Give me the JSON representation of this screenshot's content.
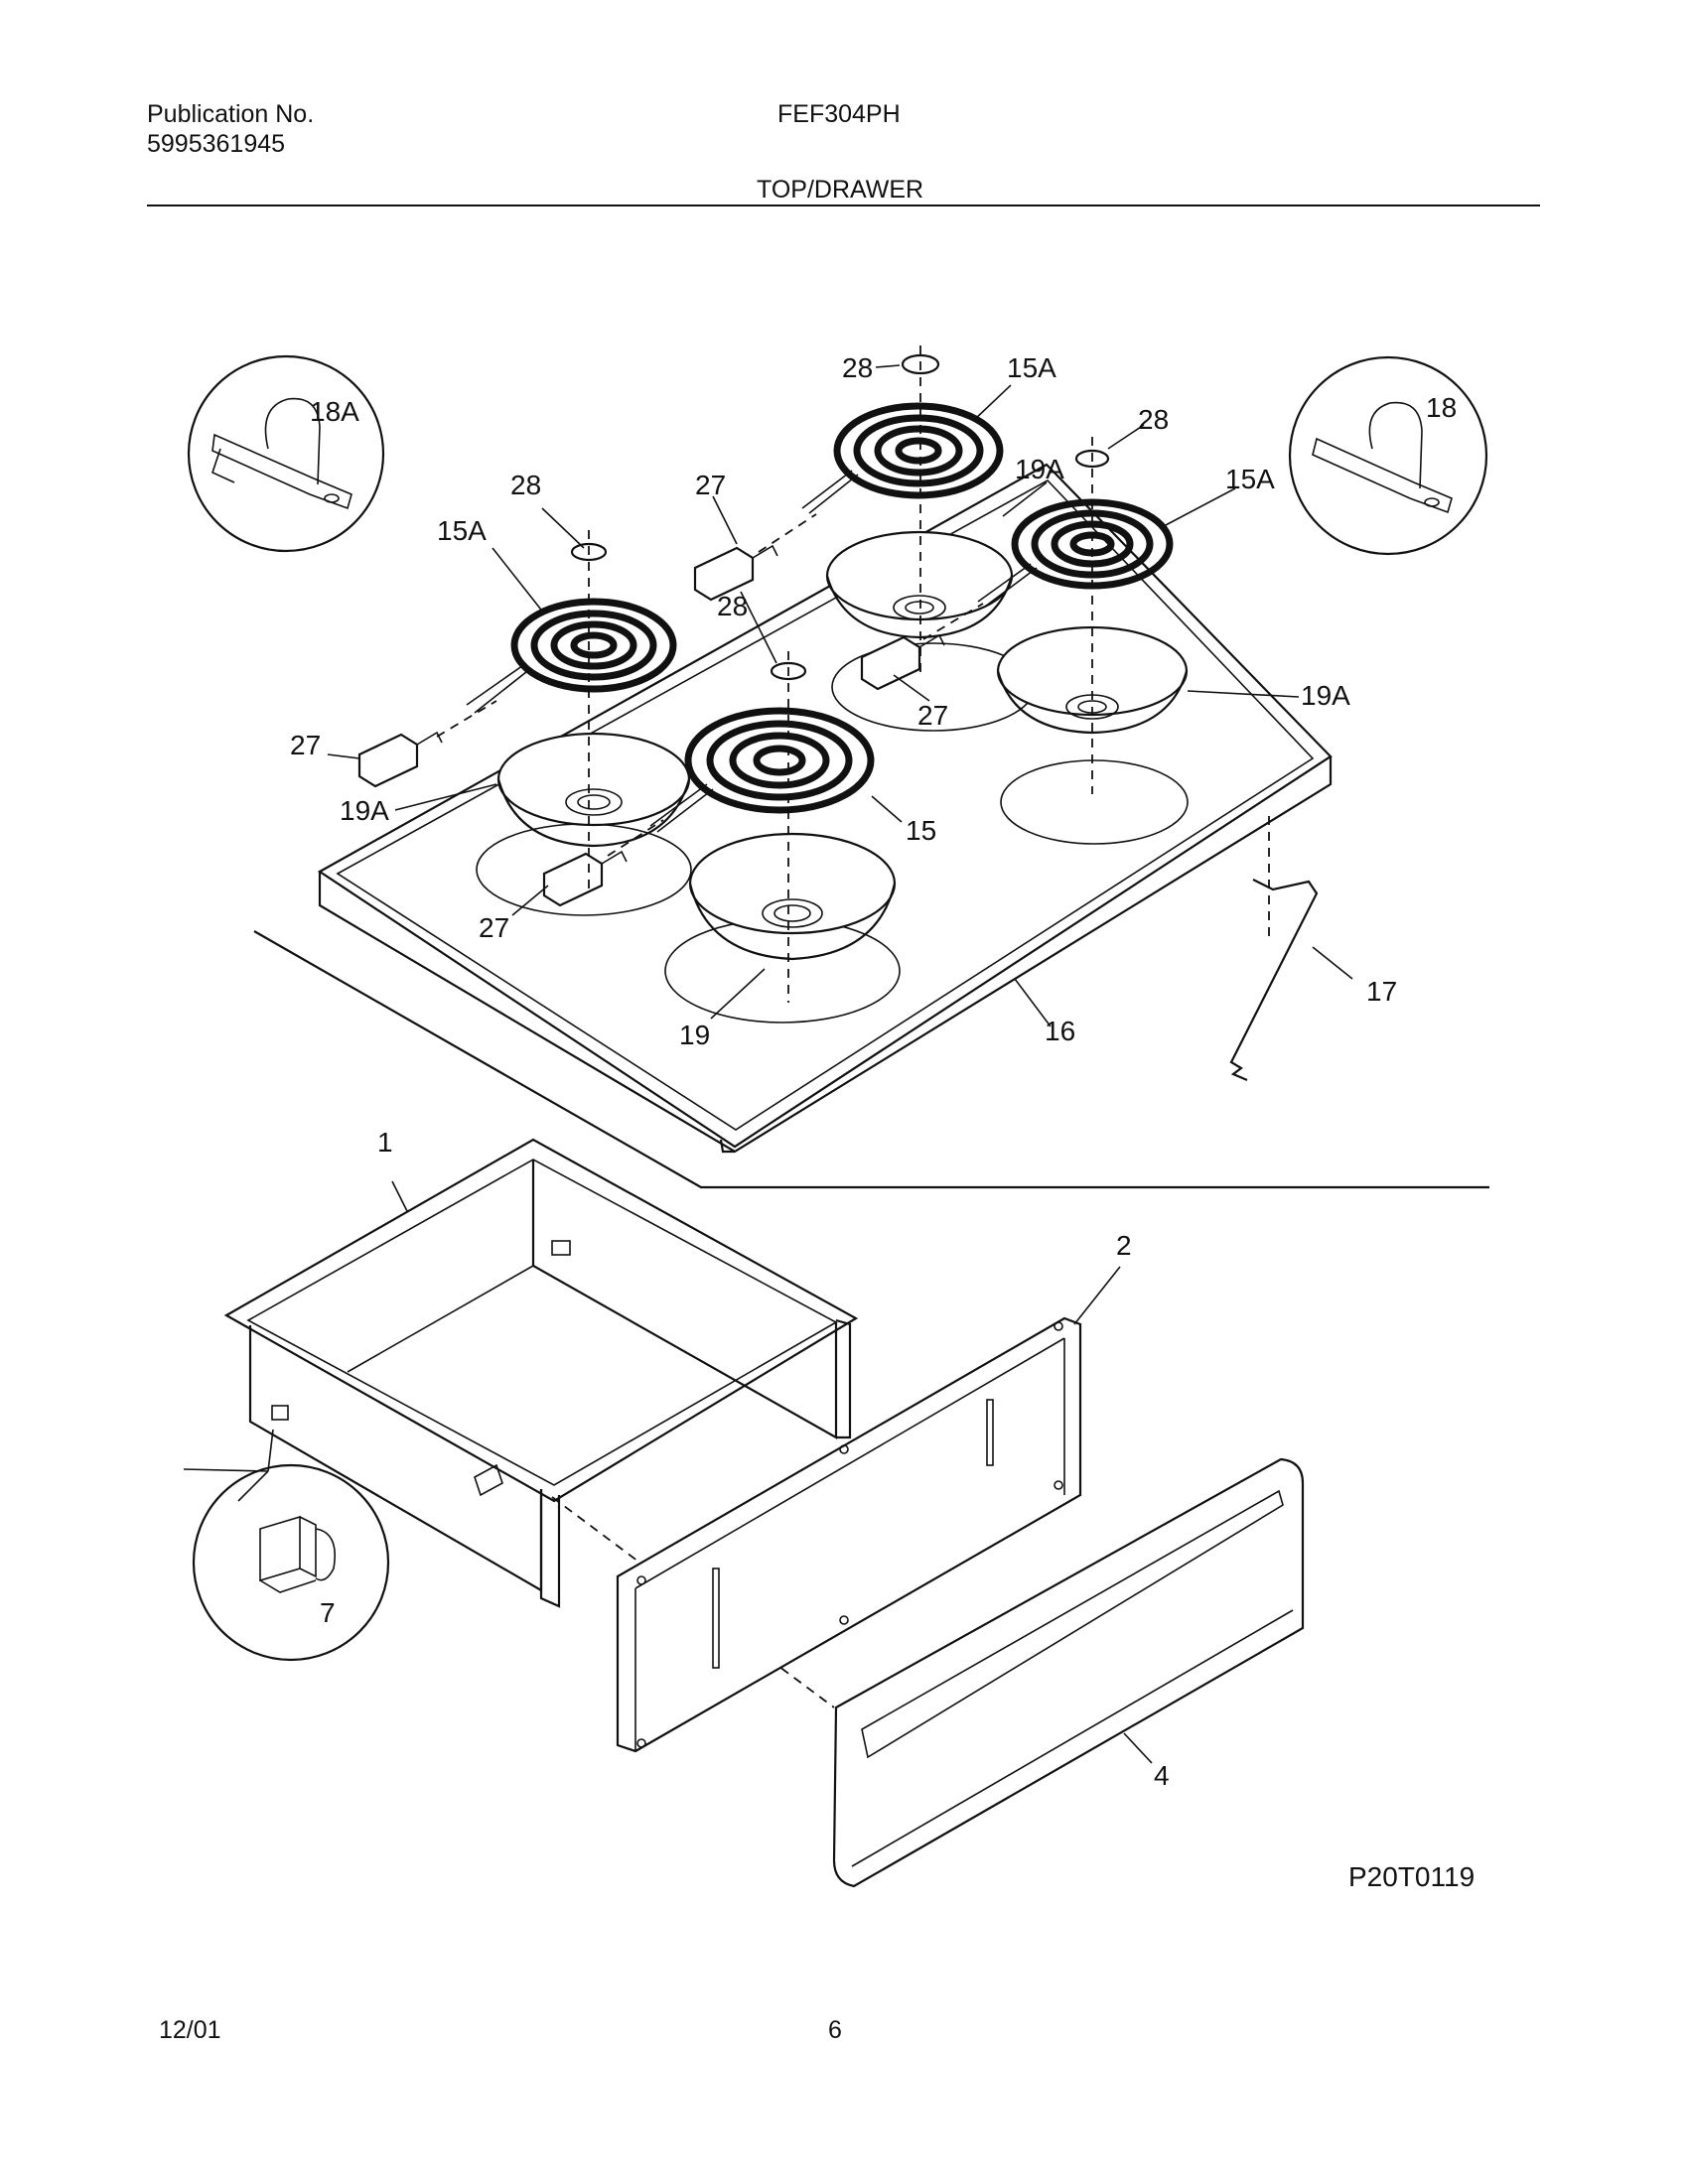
{
  "header": {
    "publication_label": "Publication No.",
    "publication_number": "5995361945",
    "model": "FEF304PH",
    "section": "TOP/DRAWER"
  },
  "footer": {
    "date": "12/01",
    "page": "6"
  },
  "diagram": {
    "figure_code": "P20T0119",
    "callouts": {
      "c28_top": "28",
      "c15a_top": "15A",
      "c18a": "18A",
      "c18": "18",
      "c28_right": "28",
      "c28_left": "28",
      "c27_top": "27",
      "c19a_top": "19A",
      "c15a_right": "15A",
      "c15a_left": "15A",
      "c28_center": "28",
      "c27_center": "27",
      "c19a_right": "19A",
      "c27_left": "27",
      "c19a_left": "19A",
      "c15": "15",
      "c27_bottom": "27",
      "c17": "17",
      "c16": "16",
      "c19": "19",
      "c1": "1",
      "c2": "2",
      "c7": "7",
      "c4": "4"
    }
  }
}
